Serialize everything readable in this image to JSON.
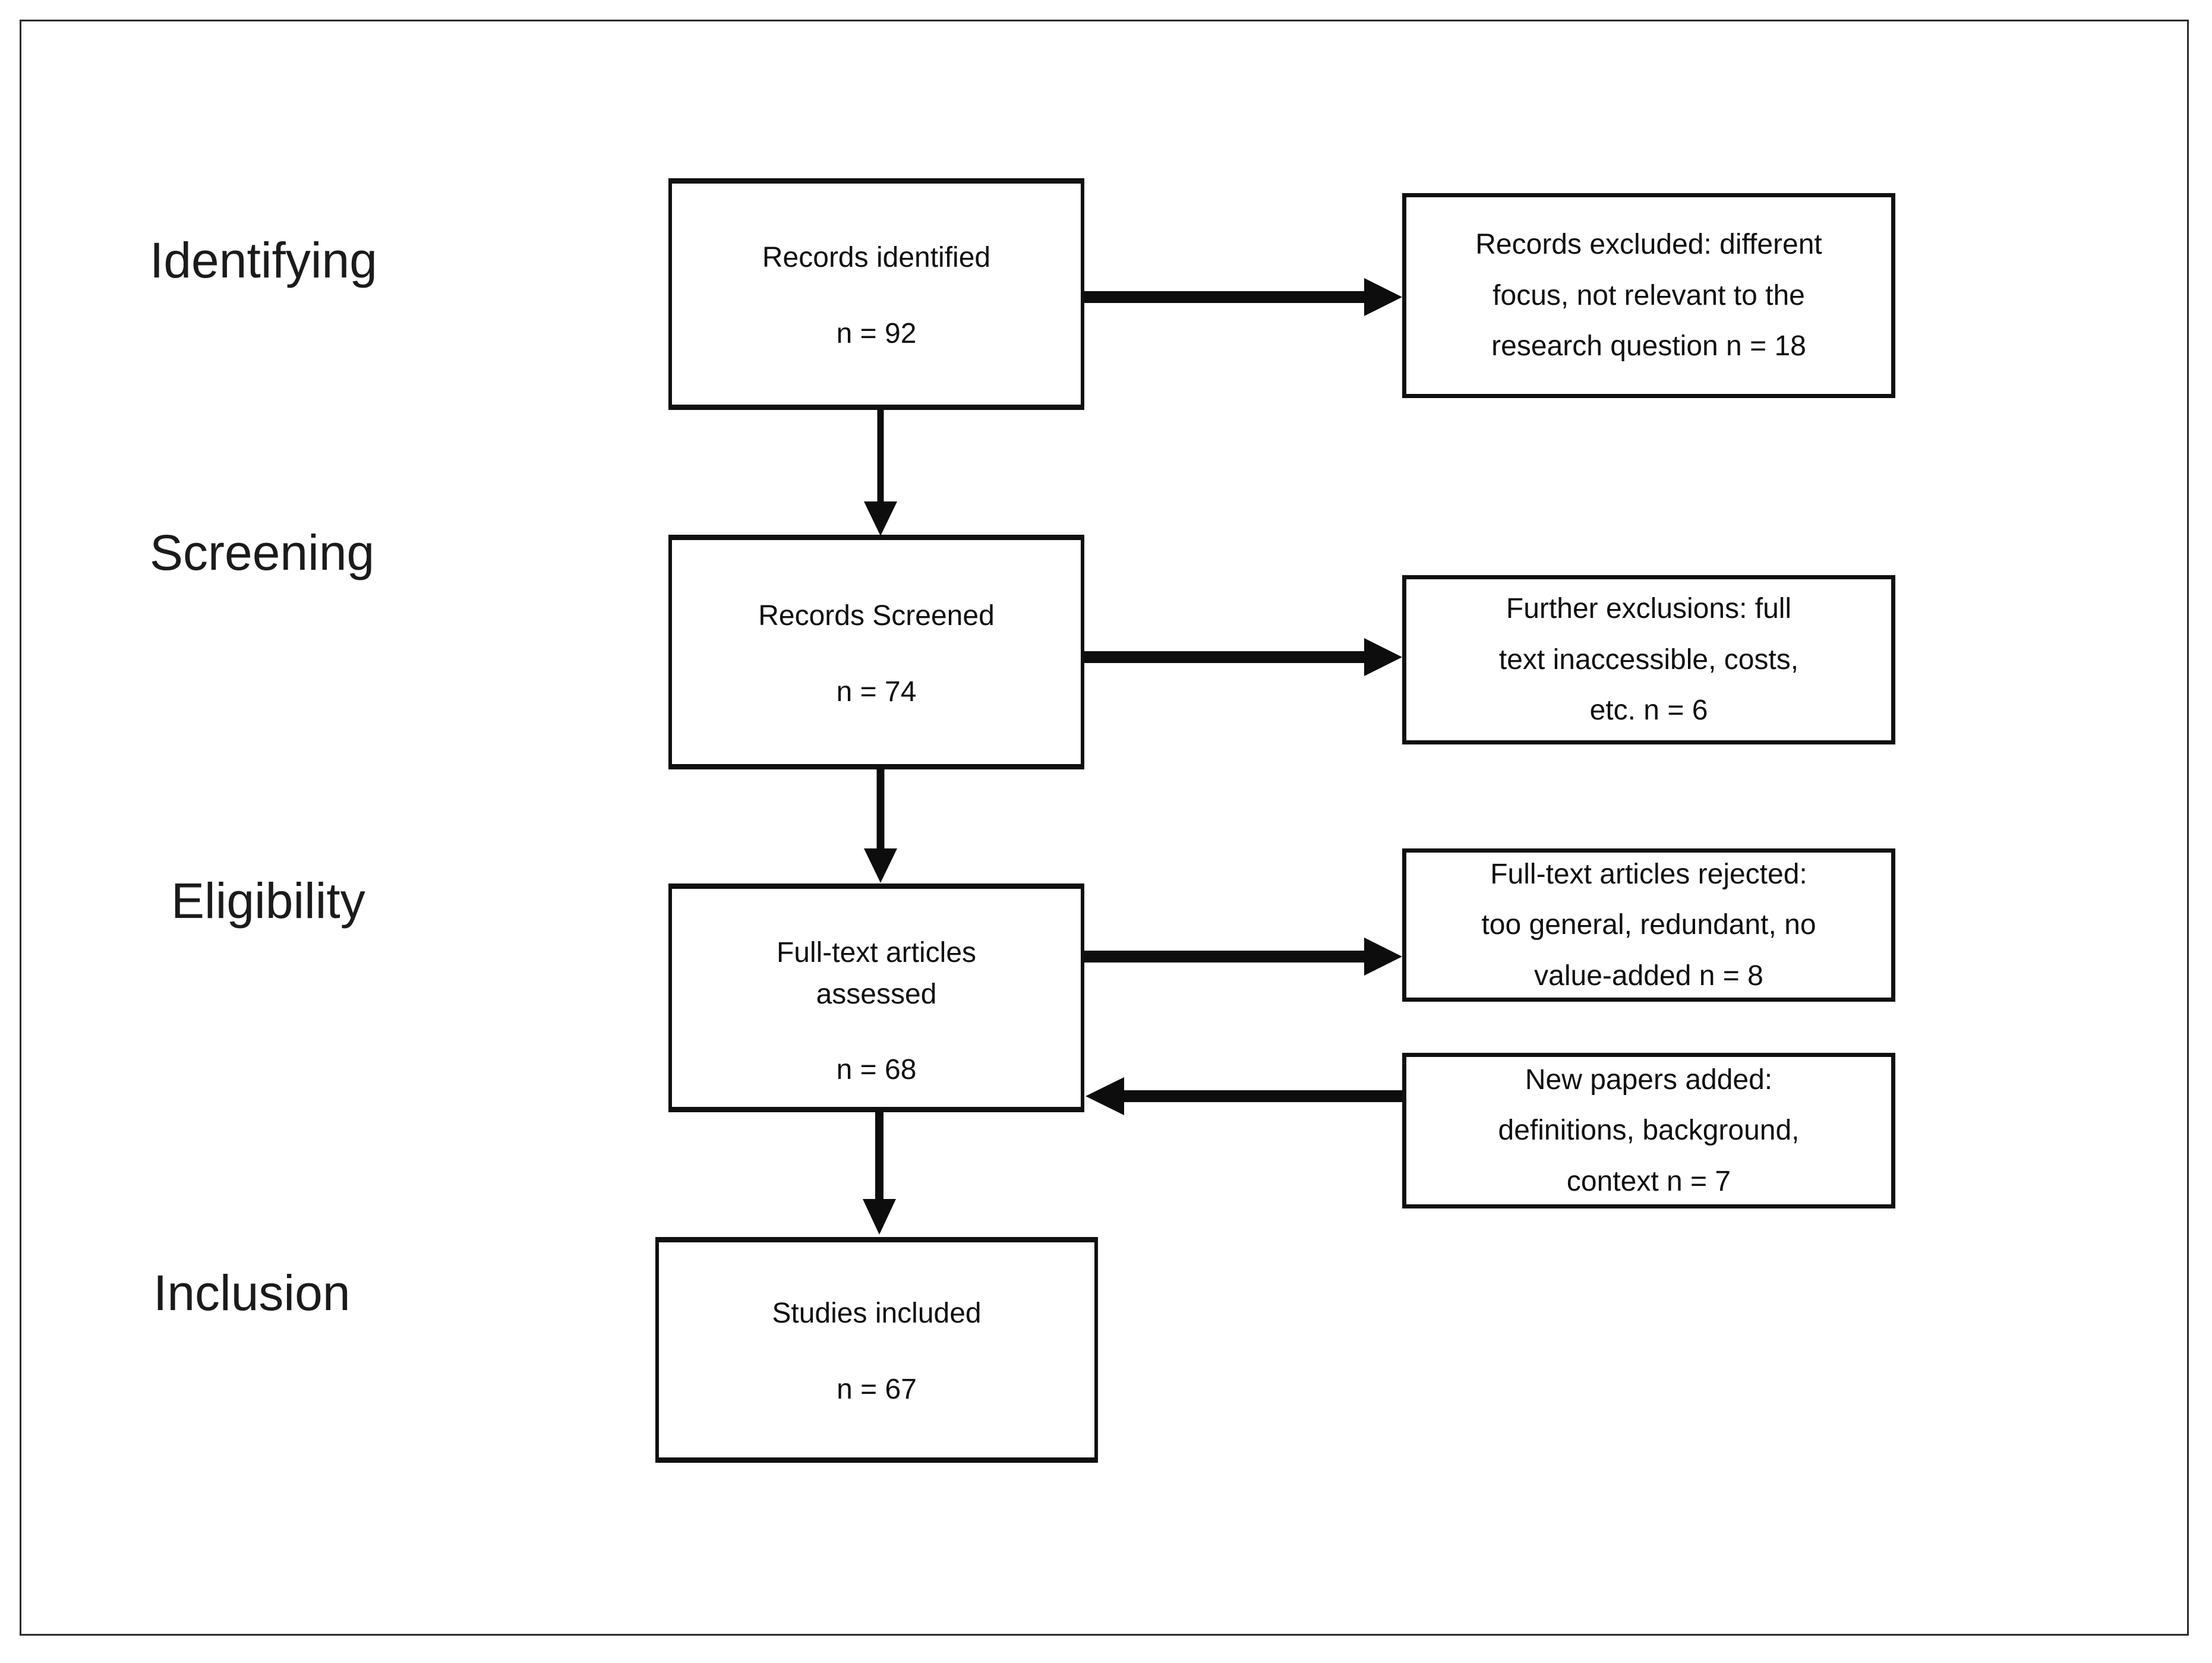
{
  "figure": {
    "type": "prisma-flow-diagram",
    "background": "#ffffff",
    "ink": "#111111",
    "stages": [
      "Identifying",
      "Screening",
      "Eligibility",
      "Inclusion"
    ],
    "main_boxes": [
      {
        "title_lines": [
          "Records identified"
        ],
        "count": "n = 92"
      },
      {
        "title_lines": [
          "Records Screened"
        ],
        "count": "n = 74"
      },
      {
        "title_lines": [
          "Full-text articles",
          "assessed"
        ],
        "count": "n = 68"
      },
      {
        "title_lines": [
          "Studies included"
        ],
        "count": "n = 67"
      }
    ],
    "side_boxes": [
      {
        "lines": [
          "Records excluded: different",
          "focus, not relevant to the",
          "research question  n = 18"
        ]
      },
      {
        "lines": [
          "Further exclusions: full",
          "text inaccessible, costs,",
          "etc. n =  6"
        ]
      },
      {
        "lines": [
          "Full-text articles rejected:",
          "too general, redundant, no",
          "value-added n = 8"
        ]
      },
      {
        "lines": [
          "New papers added:",
          "definitions, background,",
          "context  n = 7"
        ]
      }
    ]
  }
}
